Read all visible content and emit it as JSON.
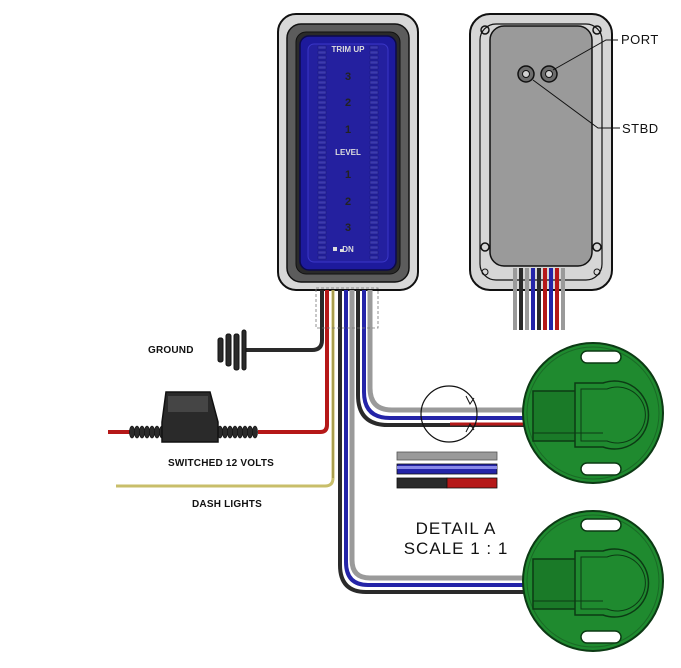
{
  "labels": {
    "port": "PORT",
    "stbd": "STBD",
    "ground": "GROUND",
    "switched": "SWITCHED 12 VOLTS",
    "dash": "DASH LIGHTS",
    "detail_line1": "DETAIL A",
    "detail_line2": "SCALE 1 : 1"
  },
  "gauge_scale": {
    "top": "TRIM UP",
    "marks": [
      "3",
      "2",
      "1",
      "LEVEL",
      "1",
      "2",
      "3"
    ],
    "bottom": "DN"
  },
  "colors": {
    "panel_blue": "#1d1a9c",
    "housing": "#5c5c5c",
    "wire_red": "#b51818",
    "wire_blue": "#2424a8",
    "wire_gray": "#9a9a9a",
    "wire_black": "#2a2a2a",
    "wire_yellow": "#c8be6a",
    "sensor_green": "#1f8a2f"
  }
}
